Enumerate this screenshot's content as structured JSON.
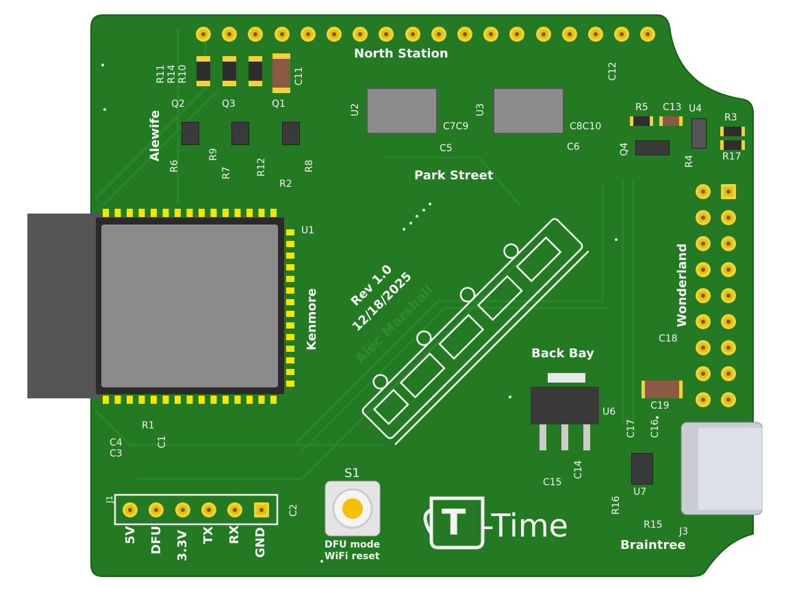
{
  "board": {
    "colors": {
      "solder_mask": "#237a23",
      "silkscreen": "#f4f4f4",
      "pads": "#e8c000",
      "usb": "#c8ccd4"
    },
    "stations": {
      "north": "North Station",
      "park": "Park Street",
      "alewife": "Alewife",
      "kenmore": "Kenmore",
      "wonderland": "Wonderland",
      "backbay": "Back Bay",
      "braintree": "Braintree"
    },
    "revision": {
      "rev": "Rev 1.0",
      "date": "12/18/2025",
      "author": "Alec Marshall"
    },
    "header_j1": {
      "ref": "J1",
      "pins": [
        "5V",
        "DFU",
        "3.3V",
        "TX",
        "RX",
        "GND"
      ]
    },
    "switch": {
      "ref": "S1",
      "line1": "DFU mode",
      "line2": "WiFi reset"
    },
    "logo": {
      "letter": "T",
      "text": "-Time"
    },
    "refs": {
      "R11": "R11",
      "R14": "R14",
      "R10": "R10",
      "C11": "C11",
      "Q2": "Q2",
      "Q3": "Q3",
      "Q1": "Q1",
      "R6": "R6",
      "R9": "R9",
      "R7": "R7",
      "R12": "R12",
      "R2": "R2",
      "R8": "R8",
      "U2": "U2",
      "U3": "U3",
      "C7C9": "C7C9",
      "C8C10": "C8C10",
      "C5": "C5",
      "C6": "C6",
      "C12": "C12",
      "R5": "R5",
      "C13": "C13",
      "U4": "U4",
      "R3": "R3",
      "Q4": "Q4",
      "R4": "R4",
      "R17": "R17",
      "U1": "U1",
      "C4": "C4",
      "C3": "C3",
      "R1": "R1",
      "C1": "C1",
      "C2": "C2",
      "C18": "C18",
      "C19": "C19",
      "U6": "U6",
      "C17": "C17",
      "C16": "C16",
      "C14": "C14",
      "C15": "C15",
      "U7": "U7",
      "R16": "R16",
      "R15": "R15",
      "J3": "J3"
    }
  }
}
